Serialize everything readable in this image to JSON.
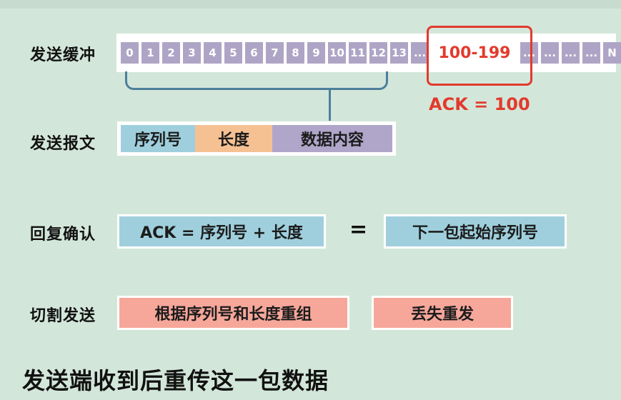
{
  "labels": {
    "send_buffer": "发送缓冲",
    "send_packet": "发送报文",
    "ack_reply": "回复确认",
    "split_send": "切割发送"
  },
  "buffer_cells": [
    "0",
    "1",
    "2",
    "3",
    "4",
    "5",
    "6",
    "7",
    "8",
    "9",
    "10",
    "11",
    "12",
    "13",
    "...",
    "...",
    "...",
    "...",
    "...",
    "N"
  ],
  "range_label": "100-199",
  "ack_label": "ACK = 100",
  "packet_fields": {
    "seq": "序列号",
    "length": "长度",
    "content": "数据内容"
  },
  "ack_formula": "ACK = 序列号 + 长度",
  "equals": "=",
  "next_seq": "下一包起始序列号",
  "reassemble": "根据序列号和长度重组",
  "retransmit": "丢失重发",
  "footer": "发送端收到后重传这一包数据",
  "colors": {
    "background": "#d3e6da",
    "buffer_cell": "#aea5c6",
    "highlight": "#e23a2c",
    "bracket": "#4c7f9b",
    "seq_blue": "#9fcfdd",
    "length_orange": "#f5c193",
    "content_purple": "#afa6c9",
    "salmon": "#f6a79a"
  }
}
